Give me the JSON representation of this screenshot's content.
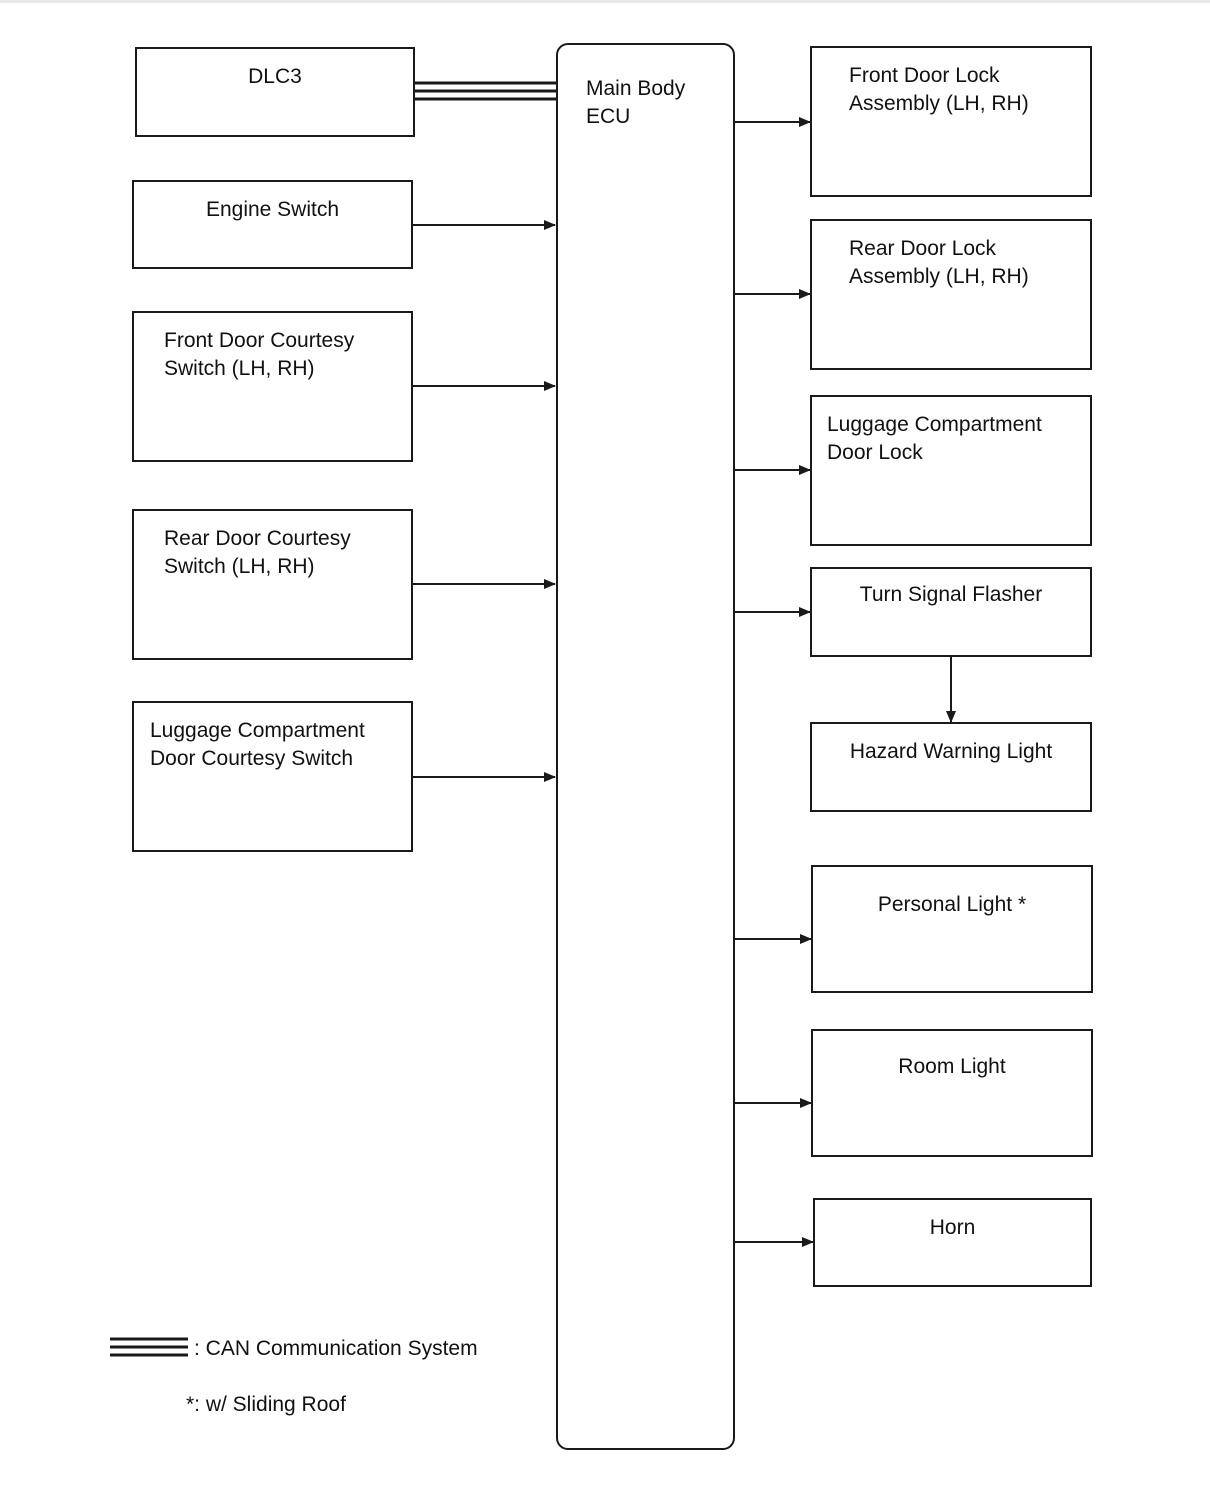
{
  "ecu": {
    "line1": "Main Body",
    "line2": "ECU"
  },
  "inputs": {
    "dlc3": "DLC3",
    "engine_switch": "Engine Switch",
    "front_door_courtesy": [
      "Front Door Courtesy",
      "Switch (LH, RH)"
    ],
    "rear_door_courtesy": [
      "Rear Door Courtesy",
      "Switch (LH, RH)"
    ],
    "luggage_courtesy": [
      "Luggage Compartment",
      "Door Courtesy Switch"
    ]
  },
  "outputs": {
    "front_door_lock": [
      "Front Door Lock",
      "Assembly (LH, RH)"
    ],
    "rear_door_lock": [
      "Rear Door Lock",
      "Assembly (LH, RH)"
    ],
    "luggage_door_lock": [
      "Luggage Compartment",
      "Door Lock"
    ],
    "turn_signal_flasher": "Turn Signal Flasher",
    "hazard_warning_light": "Hazard Warning Light",
    "personal_light": "Personal Light *",
    "room_light": "Room Light",
    "horn": "Horn"
  },
  "legend": {
    "can": ": CAN Communication System",
    "note": "*: w/ Sliding Roof"
  }
}
